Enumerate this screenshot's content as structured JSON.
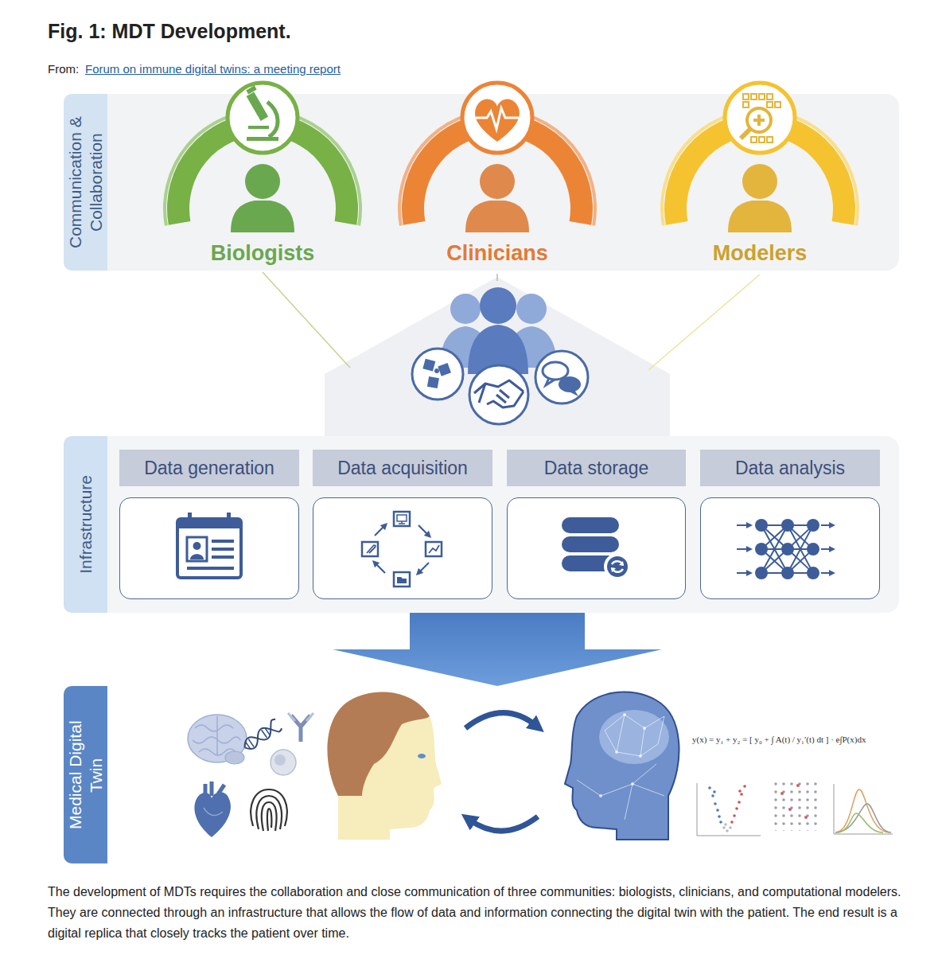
{
  "diagram": {
    "title": "Fig. 1: MDT Development.",
    "caption": "The development of MDTs requires the collaboration and close communication of three communities: biologists, clinicians, and computational modelers. They are connected through an infrastructure that allows the flow of data and information connecting the digital twin with the patient. The end result is a digital replica that closely tracks the patient over time.",
    "nodes": [
      {
        "text": [
          "Communication & Collaboration"
        ]
      },
      {
        "text": [
          "Biologists"
        ],
        "in": 0
      },
      {
        "text": [
          "Clinicians"
        ],
        "in": 0
      },
      {
        "text": [
          "Modelers"
        ],
        "in": 0
      },
      {
        "text": [
          "Infrastructure"
        ]
      },
      {
        "text": [
          "Data generation"
        ],
        "in": 4
      },
      {
        "text": [
          "Data acquisition"
        ],
        "in": 4
      },
      {
        "text": [
          "Data storage"
        ],
        "in": 4
      },
      {
        "text": [
          "Data analysis"
        ],
        "in": 4
      },
      {
        "text": [
          "Medical Digital Twin"
        ]
      }
    ],
    "edges": [
      {
        "from": 4,
        "to": 9,
        "arrow": "to"
      }
    ],
    "labels": [
      "From:",
      "Forum on immune digital twins: a meeting report",
      "y(x) = y₁ + y₂ = [ y₀ + ∫ A(t) / y₁′(t) dt ] · e∫P(x)dx"
    ]
  }
}
